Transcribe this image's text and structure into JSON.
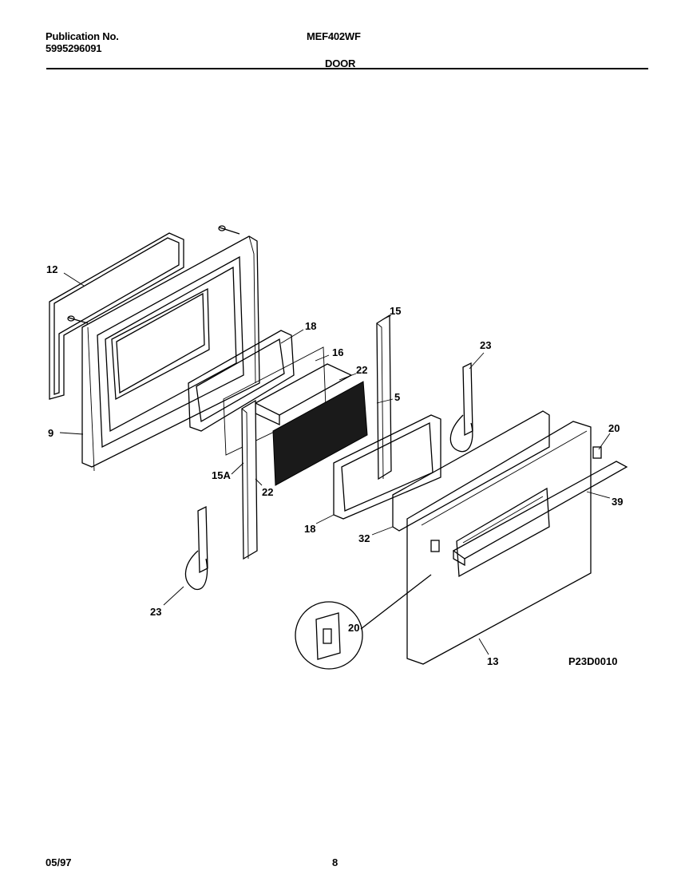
{
  "header": {
    "publication_label": "Publication No.",
    "publication_number": "5995296091",
    "model": "MEF402WF",
    "section": "DOOR"
  },
  "callouts": {
    "c12": "12",
    "c9": "9",
    "c18a": "18",
    "c16": "16",
    "c22a": "22",
    "c15": "15",
    "c5": "5",
    "c23a": "23",
    "c20a": "20",
    "c39": "39",
    "c15a": "15A",
    "c22b": "22",
    "c18b": "18",
    "c32": "32",
    "c23b": "23",
    "c20b": "20",
    "c13": "13"
  },
  "diagram_code": "P23D0010",
  "footer": {
    "date": "05/97",
    "page": "8"
  }
}
